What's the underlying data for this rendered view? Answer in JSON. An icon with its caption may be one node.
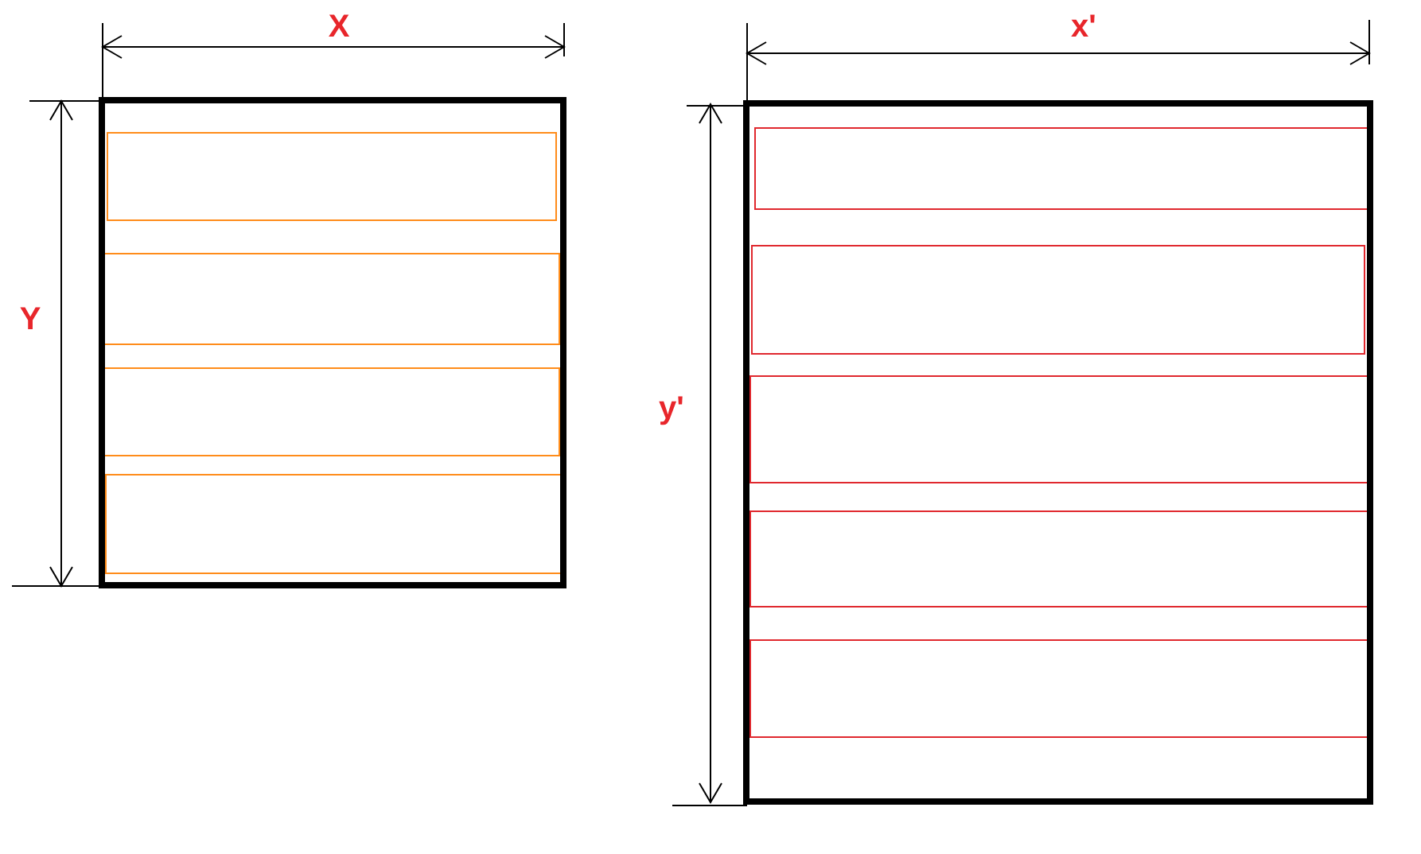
{
  "diagram": {
    "labels": [
      "X",
      "Y",
      "x'",
      "y'"
    ]
  }
}
